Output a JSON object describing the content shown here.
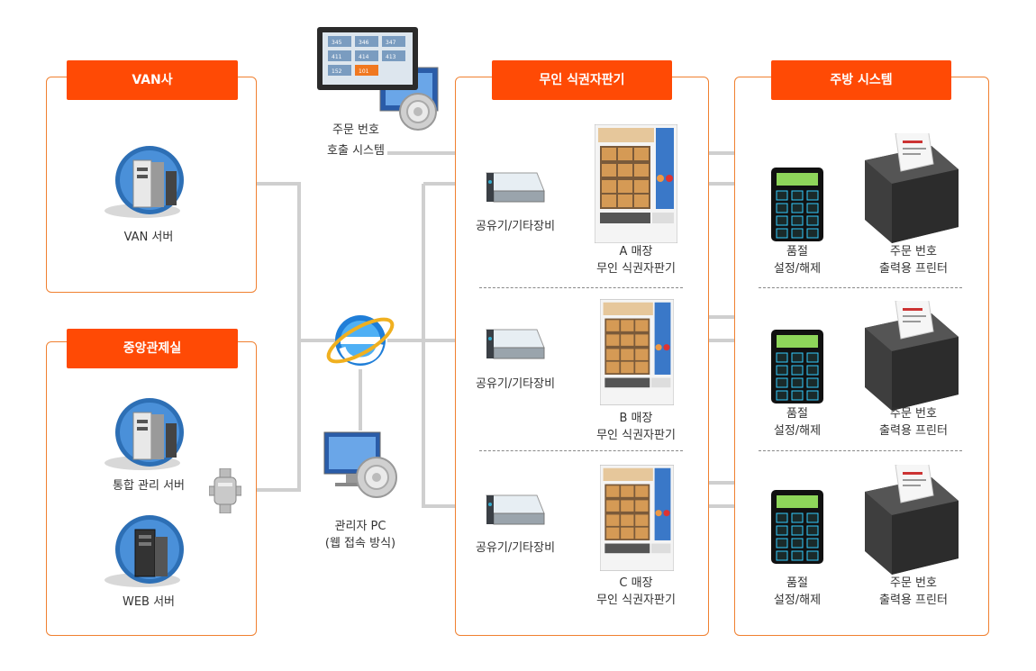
{
  "sections": {
    "van": "VAN사",
    "center": "중앙관제실",
    "kiosk": "무인 식권자판기",
    "kitchen": "주방 시스템"
  },
  "nodes": {
    "van_server": "VAN 서버",
    "integrated_server": "통합 관리 서버",
    "web_server": "WEB 서버",
    "call_system_line1": "주문 번호",
    "call_system_line2": "호출 시스템",
    "admin_pc_line1": "관리자 PC",
    "admin_pc_line2": "(웹 접속 방식)"
  },
  "stores": [
    {
      "router": "공유기/기타장비",
      "kiosk_line1": "A 매장",
      "kiosk_line2": "무인 식권자판기",
      "pad_line1": "품절",
      "pad_line2": "설정/해제",
      "printer_line1": "주문 번호",
      "printer_line2": "출력용 프린터"
    },
    {
      "router": "공유기/기타장비",
      "kiosk_line1": "B 매장",
      "kiosk_line2": "무인 식권자판기",
      "pad_line1": "품절",
      "pad_line2": "설정/해제",
      "printer_line1": "주문 번호",
      "printer_line2": "출력용 프린터"
    },
    {
      "router": "공유기/기타장비",
      "kiosk_line1": "C 매장",
      "kiosk_line2": "무인 식권자판기",
      "pad_line1": "품절",
      "pad_line2": "설정/해제",
      "printer_line1": "주문 번호",
      "printer_line2": "출력용 프린터"
    }
  ],
  "monitor_cells": [
    "345",
    "346",
    "347",
    "411",
    "414",
    "413",
    "152",
    "101"
  ],
  "colors": {
    "accent": "#ff4a05",
    "box_border": "#f08030",
    "wire": "#cccccc"
  }
}
